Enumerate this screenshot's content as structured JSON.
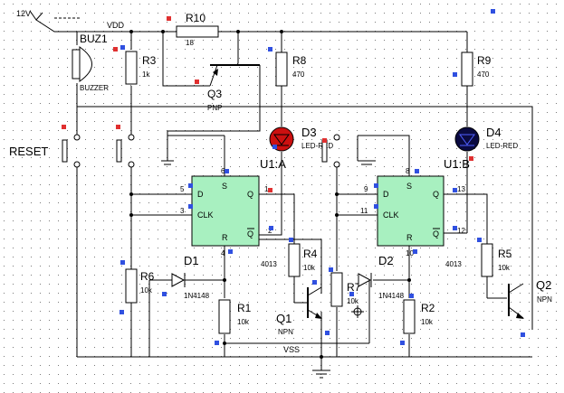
{
  "supply": {
    "voltage_label": "12V",
    "vdd_label": "VDD",
    "vss_label": "VSS"
  },
  "buzzer": {
    "ref": "BUZ1",
    "value": "BUZZER"
  },
  "reset": {
    "label": "RESET"
  },
  "q3": {
    "ref": "Q3",
    "value": "PNP"
  },
  "q1": {
    "ref": "Q1",
    "value": "NPN"
  },
  "q2": {
    "ref": "Q2",
    "value": "NPN"
  },
  "r10": {
    "ref": "R10",
    "value": "18"
  },
  "r3": {
    "ref": "R3",
    "value": "1k"
  },
  "r8": {
    "ref": "R8",
    "value": "470"
  },
  "r9": {
    "ref": "R9",
    "value": "470"
  },
  "r4": {
    "ref": "R4",
    "value": "10k"
  },
  "r5": {
    "ref": "R5",
    "value": "10k"
  },
  "r6": {
    "ref": "R6",
    "value": "10k"
  },
  "r7": {
    "ref": "R7",
    "value": "10k"
  },
  "r1": {
    "ref": "R1",
    "value": "10k"
  },
  "r2": {
    "ref": "R2",
    "value": "10k"
  },
  "d1": {
    "ref": "D1",
    "value": "1N4148"
  },
  "d2": {
    "ref": "D2",
    "value": "1N4148"
  },
  "d3": {
    "ref": "D3",
    "value": "LED-RED"
  },
  "d4": {
    "ref": "D4",
    "value": "LED-RED"
  },
  "u1a": {
    "ref": "U1:A",
    "part": "4013",
    "pins": {
      "d": "D",
      "clk": "CLK",
      "s": "S",
      "r": "R",
      "q": "Q",
      "qbar": "Q"
    },
    "pin_numbers": {
      "d": "5",
      "clk": "3",
      "s": "6",
      "r": "4",
      "q": "1",
      "qbar": "2"
    }
  },
  "u1b": {
    "ref": "U1:B",
    "part": "4013",
    "pins": {
      "d": "D",
      "clk": "CLK",
      "s": "S",
      "r": "R",
      "q": "Q",
      "qbar": "Q"
    },
    "pin_numbers": {
      "d": "9",
      "clk": "11",
      "s": "8",
      "r": "10",
      "q": "13",
      "qbar": "12"
    }
  },
  "colors": {
    "wire": "#000000",
    "ic_fill": "#a8f0c0",
    "pin_marker_blue": "#3050e0",
    "pin_marker_red": "#e03030",
    "led_d3": "#cc1010",
    "led_d4": "#0a0a40",
    "grid_dot": "#7a7a7a"
  }
}
